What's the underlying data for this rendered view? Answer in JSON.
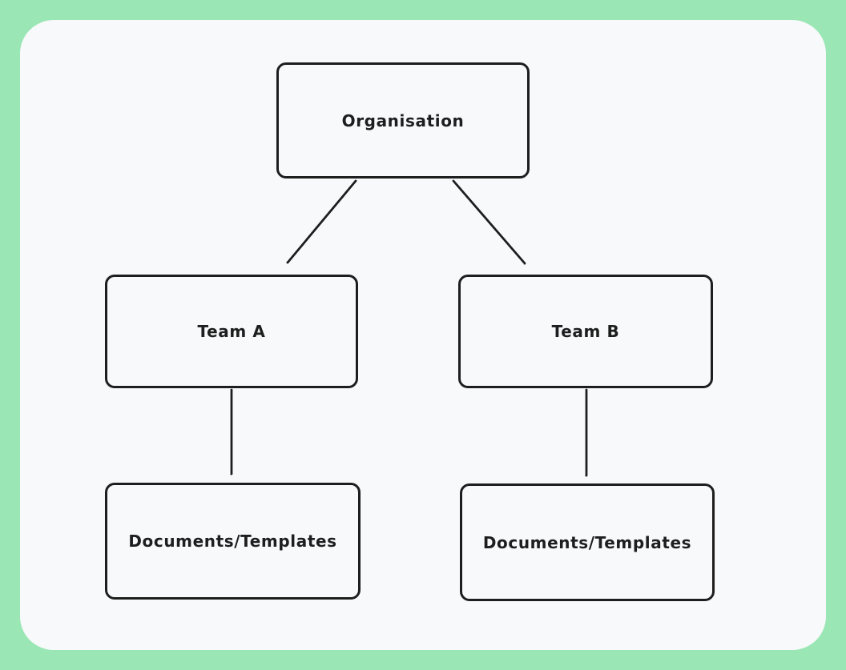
{
  "diagram": {
    "description": "Hand-drawn style org chart: Organisation splits into Team A and Team B, each owning Documents/Templates",
    "nodes": [
      {
        "id": "organisation",
        "label": "Organisation"
      },
      {
        "id": "team-a",
        "label": "Team A"
      },
      {
        "id": "team-b",
        "label": "Team B"
      },
      {
        "id": "docs-a",
        "label": "Documents/Templates"
      },
      {
        "id": "docs-b",
        "label": "Documents/Templates"
      }
    ],
    "edges": [
      {
        "from": "organisation",
        "to": "team-a"
      },
      {
        "from": "organisation",
        "to": "team-b"
      },
      {
        "from": "team-a",
        "to": "docs-a"
      },
      {
        "from": "team-b",
        "to": "docs-b"
      }
    ],
    "colors": {
      "frame_background": "#9ae6b4",
      "canvas_background": "#f8f9fa",
      "stroke": "#1e1e1e",
      "text": "#1e1e1e"
    }
  }
}
